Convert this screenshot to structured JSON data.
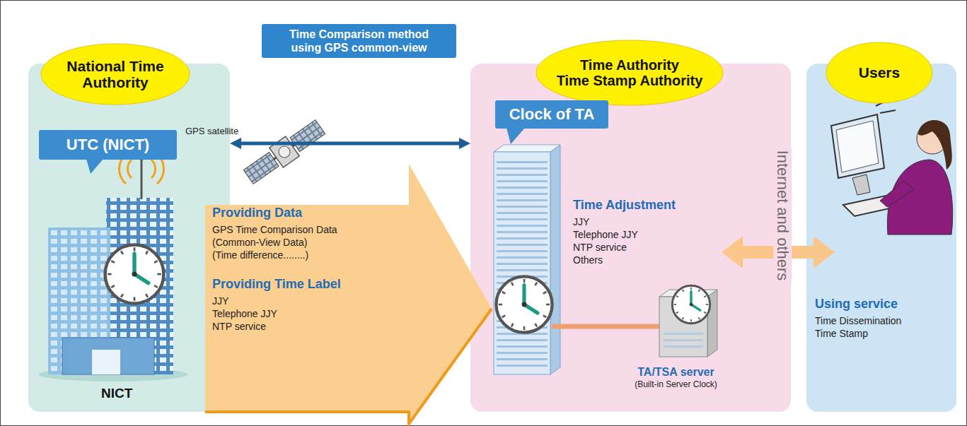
{
  "diagram": {
    "nodes": [
      {
        "text": [
          "NICT"
        ]
      },
      {
        "text": [
          "National Time Authority"
        ],
        "in": 0
      },
      {
        "text": [
          "UTC (NICT)"
        ],
        "in": 0
      },
      {
        "text": [
          "Time Comparison method using GPS common-view"
        ]
      },
      {
        "text": [
          "Providing Data",
          "GPS Time Comparison Data",
          "(Common-View Data)",
          "(Time difference........)",
          "Providing Time Label",
          "JJY",
          "Telephone JJY",
          "NTP service"
        ]
      },
      {
        "text": [
          "Time Adjustment",
          "JJY",
          "Telephone JJY",
          "NTP service",
          "Others"
        ]
      },
      {
        "text": [
          "Time Authority",
          "Time Stamp Authority"
        ],
        "in": 5
      },
      {
        "text": [
          "Clock of TA"
        ],
        "in": 5
      },
      {
        "text": [
          "TA/TSA server",
          "(Built-in Server Clock)"
        ],
        "in": 5
      },
      {
        "text": [
          "Using service",
          "Time Dissemination",
          "Time Stamp"
        ]
      },
      {
        "text": [
          "Users"
        ],
        "in": 9
      }
    ],
    "edges": [
      {
        "from": 0,
        "to": 5,
        "arrow": "both"
      },
      {
        "from": 5,
        "to": 9,
        "arrow": "both",
        "label": "Internet and others"
      }
    ],
    "labels": [
      "GPS satellite"
    ]
  }
}
